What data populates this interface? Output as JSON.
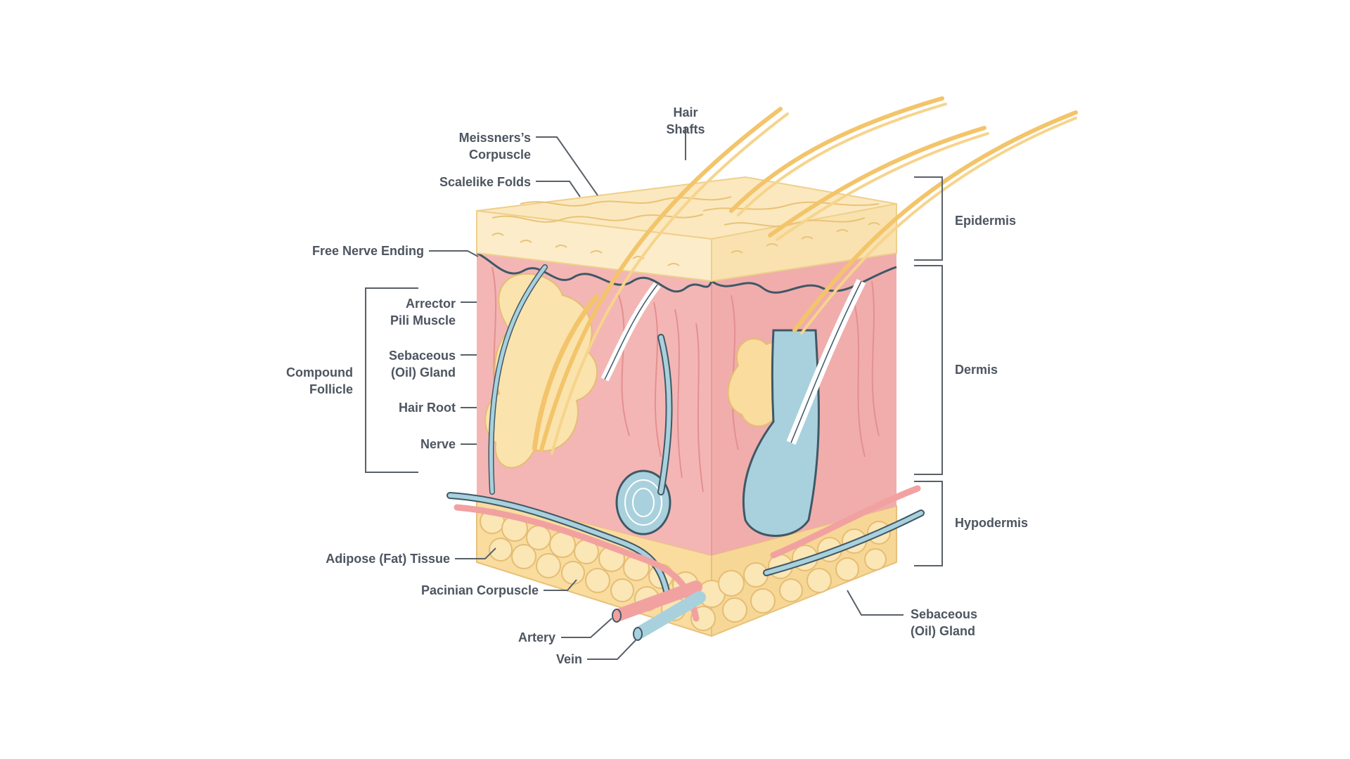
{
  "labels": {
    "hair_shafts": [
      "Hair",
      "Shafts"
    ],
    "meissners_corpuscle": [
      "Meissners’s",
      "Corpuscle"
    ],
    "scalelike_folds": "Scalelike Folds",
    "free_nerve_ending": "Free Nerve Ending",
    "arrector_pili_muscle": [
      "Arrector",
      "Pili Muscle"
    ],
    "sebaceous_gland_left": [
      "Sebaceous",
      "(Oil) Gland"
    ],
    "hair_root": "Hair Root",
    "nerve": "Nerve",
    "compound_follicle": [
      "Compound",
      "Follicle"
    ],
    "adipose_tissue": "Adipose (Fat) Tissue",
    "pacinian_corpuscle": "Pacinian Corpuscle",
    "artery": "Artery",
    "vein": "Vein",
    "epidermis": "Epidermis",
    "dermis": "Dermis",
    "hypodermis": "Hypodermis",
    "sebaceous_gland_right": [
      "Sebaceous",
      "(Oil) Gland"
    ]
  },
  "colors": {
    "epidermis": "#fbe8bf",
    "dermis": "#f3b6b4",
    "dermis_dark": "#e89a9a",
    "hypodermis": "#f9dc9e",
    "fat_cell": "#fbe3ad",
    "hair": "#f3c46a",
    "vein": "#a9d1dd",
    "artery": "#f2a1a1",
    "outline": "#3f5866",
    "leader": "#5a6068",
    "label_text": "#4d5560"
  }
}
